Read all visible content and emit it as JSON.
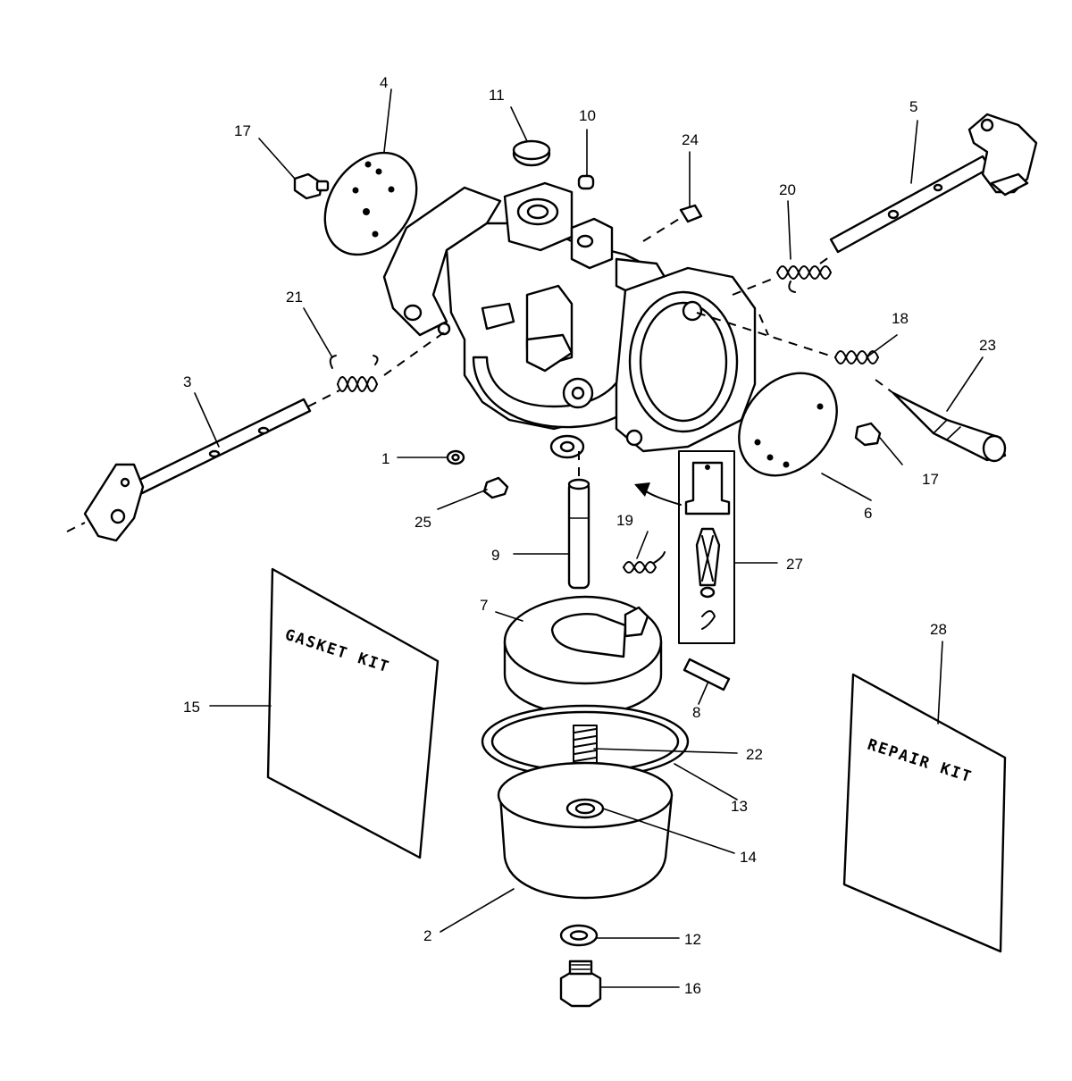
{
  "parts": [
    {
      "key": "p1",
      "number": "1"
    },
    {
      "key": "p2",
      "number": "2"
    },
    {
      "key": "p3",
      "number": "3"
    },
    {
      "key": "p4",
      "number": "4"
    },
    {
      "key": "p5",
      "number": "5"
    },
    {
      "key": "p6",
      "number": "6"
    },
    {
      "key": "p7",
      "number": "7"
    },
    {
      "key": "p8",
      "number": "8"
    },
    {
      "key": "p9",
      "number": "9"
    },
    {
      "key": "p10",
      "number": "10"
    },
    {
      "key": "p11",
      "number": "11"
    },
    {
      "key": "p12",
      "number": "12"
    },
    {
      "key": "p13",
      "number": "13"
    },
    {
      "key": "p14",
      "number": "14"
    },
    {
      "key": "p15",
      "number": "15"
    },
    {
      "key": "p16",
      "number": "16"
    },
    {
      "key": "p17a",
      "number": "17"
    },
    {
      "key": "p17b",
      "number": "17"
    },
    {
      "key": "p18",
      "number": "18"
    },
    {
      "key": "p19",
      "number": "19"
    },
    {
      "key": "p20",
      "number": "20"
    },
    {
      "key": "p21",
      "number": "21"
    },
    {
      "key": "p22",
      "number": "22"
    },
    {
      "key": "p23",
      "number": "23"
    },
    {
      "key": "p24",
      "number": "24"
    },
    {
      "key": "p25",
      "number": "25"
    },
    {
      "key": "p27",
      "number": "27"
    },
    {
      "key": "p28",
      "number": "28"
    }
  ],
  "kits": {
    "gasket_line1": "GASKET KIT",
    "repair_line1": "REPAIR KIT"
  }
}
